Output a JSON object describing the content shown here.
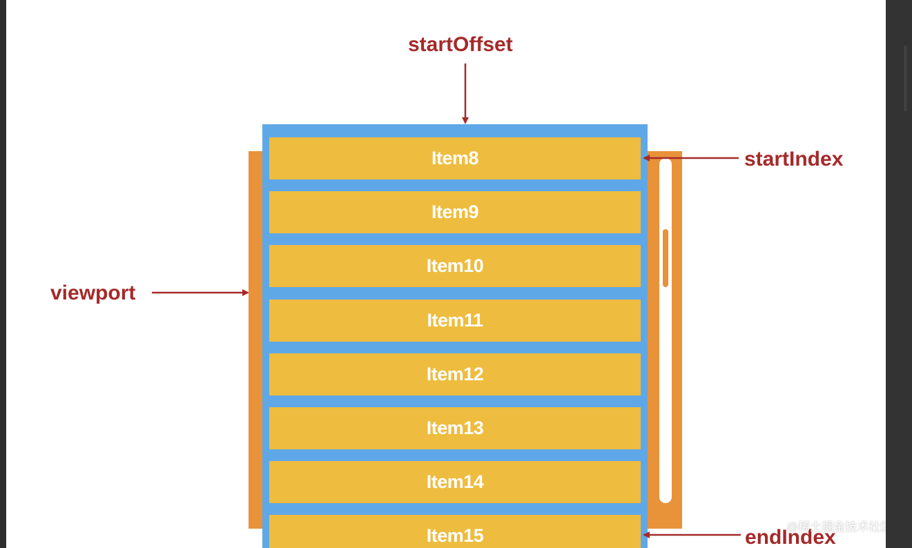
{
  "labels": {
    "start_offset": "startOffset",
    "start_index": "startIndex",
    "viewport": "viewport",
    "end_index": "endIndex"
  },
  "items": [
    "Item8",
    "Item9",
    "Item10",
    "Item11",
    "Item12",
    "Item13",
    "Item14",
    "Item15"
  ],
  "watermark": "@稀土掘金技术社区",
  "colors": {
    "label": "#a52a2a",
    "item": "#eebc3e",
    "list_container": "#5fa8e8",
    "viewport_frame": "#e8923a",
    "arrow": "#a52a2a"
  }
}
